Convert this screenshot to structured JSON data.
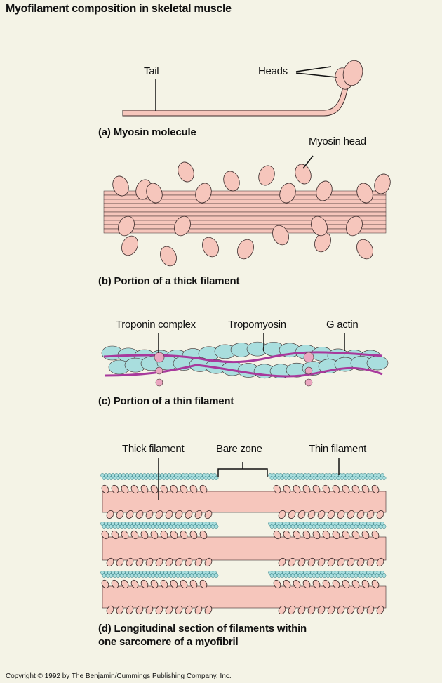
{
  "title": "Myofilament composition in skeletal muscle",
  "panel_a": {
    "caption": "(a) Myosin molecule",
    "labels": {
      "tail": "Tail",
      "heads": "Heads"
    }
  },
  "panel_b": {
    "caption": "(b) Portion of a thick filament",
    "labels": {
      "myosin_head": "Myosin head"
    }
  },
  "panel_c": {
    "caption": "(c) Portion of a thin filament",
    "labels": {
      "troponin": "Troponin complex",
      "tropomyosin": "Tropomyosin",
      "g_actin": "G actin"
    }
  },
  "panel_d": {
    "caption_line1": "(d) Longitudinal section of filaments within",
    "caption_line2": "one sarcomere of a myofibril",
    "labels": {
      "thick": "Thick filament",
      "bare_zone": "Bare zone",
      "thin": "Thin filament"
    }
  },
  "copyright": "Copyright © 1992 by The Benjamin/Cummings Publishing Company, Inc.",
  "colors": {
    "background": "#f4f3e6",
    "myosin": "#f6c6bc",
    "actin": "#a9dede",
    "tropomyosin": "#a8399c",
    "troponin": "#eaa6c0",
    "outline": "#3a2a2a"
  }
}
